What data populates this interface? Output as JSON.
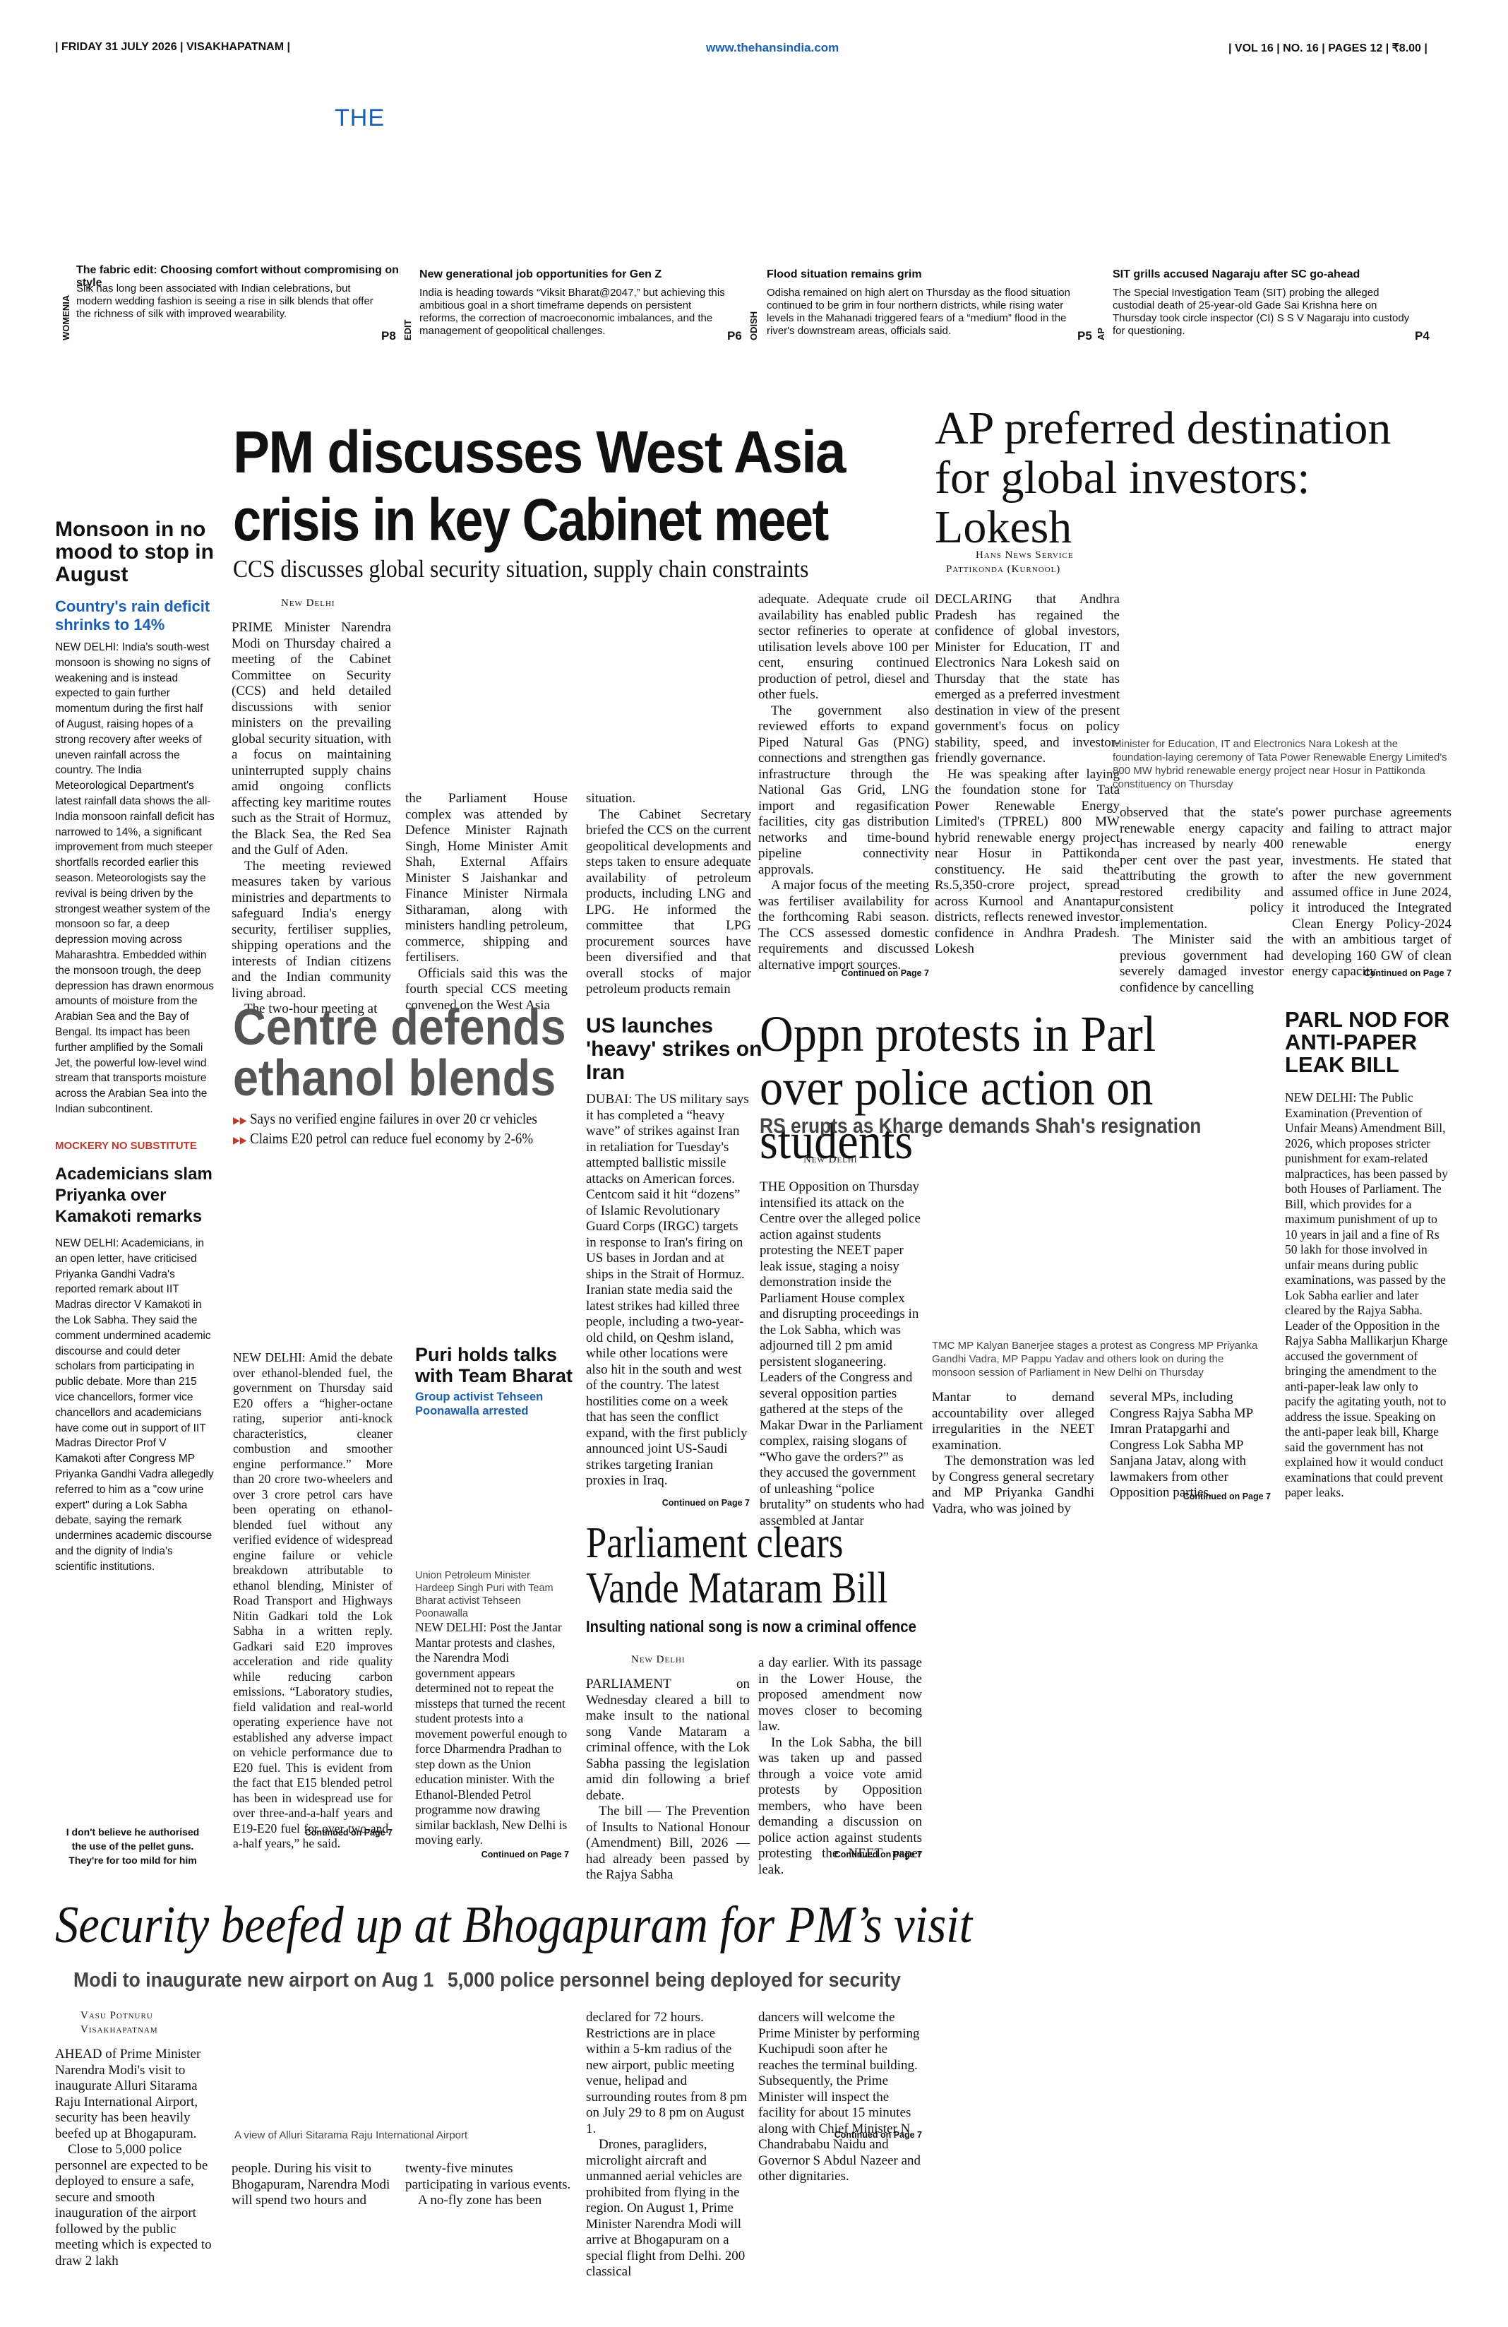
{
  "masthead": {
    "date_line": "| FRIDAY 31 JULY 2026 | VISAKHAPATNAM |",
    "website": "www.thehansindia.com",
    "vol_line": "| VOL 16 | NO. 16 | PAGES 12 | ₹8.00 |",
    "logo_text": "THE",
    "accent_color": "#1a5fb4"
  },
  "teasers": [
    {
      "section": "WOMENIA",
      "title": "The fabric edit: Choosing comfort without compromising on style",
      "text": "Silk has long been associated with Indian celebrations, but modern wedding fashion is seeing a rise in silk blends that offer the richness of silk with improved wearability.",
      "page": "P8"
    },
    {
      "section": "EDIT",
      "title": "New generational job opportunities for Gen Z",
      "text": "India is heading towards “Viksit Bharat@2047,” but achieving this ambitious goal in a short timeframe depends on persistent reforms, the correction of macroeconomic imbalances, and the management of geopolitical challenges.",
      "page": "P6"
    },
    {
      "section": "ODISH",
      "title": "Flood situation remains grim",
      "text": "Odisha remained on high alert on Thursday as the flood situation continued to be grim in four northern districts, while rising water levels in the Mahanadi triggered fears of a “medium” flood in the river's downstream areas, officials said.",
      "page": "P5"
    },
    {
      "section": "AP",
      "title": "SIT grills accused Nagaraju after SC go-ahead",
      "text": "The Special Investigation Team (SIT) probing the alleged custodial death of 25-year-old Gade Sai Krishna here on Thursday took circle inspector (CI) S S V Nagaraju into custody for questioning.",
      "page": "P4"
    }
  ],
  "monsoon": {
    "headline": "Monsoon in no mood to stop in August",
    "subhead": "Country's rain deficit shrinks to 14%",
    "body": "NEW DELHI: India's south-west monsoon is showing no signs of weakening and is instead expected to gain further momentum during the first half of August, raising hopes of a strong recovery after weeks of uneven rainfall across the country. The India Meteorological Department's latest rainfall data shows the all-India monsoon rainfall deficit has narrowed to 14%, a significant improvement from much steeper shortfalls recorded earlier this season. Meteorologists say the revival is being driven by the strongest weather system of the monsoon so far, a deep depression moving across Maharashtra. Embedded within the monsoon trough, the deep depression has drawn enormous amounts of moisture from the Arabian Sea and the Bay of Bengal. Its impact has been further amplified by the Somali Jet, the powerful low-level wind stream that transports moisture across the Arabian Sea into the Indian subcontinent."
  },
  "academicians": {
    "kicker": "MOCKERY NO SUBSTITUTE",
    "headline": "Academicians slam Priyanka over Kamakoti remarks",
    "body": "NEW DELHI: Academicians, in an open letter, have criticised Priyanka Gandhi Vadra's reported remark about IIT Madras director V Kamakoti in the Lok Sabha. They said the comment undermined academic discourse and could deter scholars from participating in public debate. More than 215 vice chancellors, former vice chancellors and academicians have come out in support of IIT Madras Director Prof V Kamakoti after Congress MP Priyanka Gandhi Vadra allegedly referred to him as a \"cow urine expert\" during a Lok Sabha debate, saying the remark undermines academic discourse and the dignity of India's scientific institutions."
  },
  "cartoon_caption": "I don't believe he authorised the use of the pellet guns. They're for too mild for him",
  "pm_story": {
    "headline_line1": "PM discusses West Asia",
    "headline_line2": "crisis in key Cabinet meet",
    "subhead": "CCS discusses global security situation, supply chain constraints",
    "byline": "New Delhi",
    "col1": "PRIME Minister Narendra Modi on Thursday chaired a meeting of the Cabinet Committee on Security (CCS) and held detailed discussions with senior ministers on the prevailing global security situation, with a focus on maintaining uninterrupted supply chains amid ongoing conflicts affecting key maritime routes such as the Strait of Hormuz, the Black Sea, the Red Sea and the Gulf of Aden.",
    "col1b": "The meeting reviewed measures taken by various ministries and departments to safeguard India's energy security, fertiliser supplies, shipping operations and the interests of Indian citizens and the Indian community living abroad.",
    "col1c": "The two-hour meeting at",
    "col2": "the Parliament House complex was attended by Defence Minister Rajnath Singh, Home Minister Amit Shah, External Affairs Minister S Jaishankar and Finance Minister Nirmala Sitharaman, along with ministers handling petroleum, commerce, shipping and fertilisers.",
    "col2b": "Officials said this was the fourth special CCS meeting convened on the West Asia",
    "col3": "situation.",
    "col3b": "The Cabinet Secretary briefed the CCS on the current geopolitical developments and steps taken to ensure adequate availability of petroleum products, including LNG and LPG. He informed the committee that LPG procurement sources have been diversified and that overall stocks of major petroleum products remain",
    "col4": "adequate. Adequate crude oil availability has enabled public sector refineries to operate at utilisation levels above 100 per cent, ensuring continued production of petrol, diesel and other fuels.",
    "col4b": "The government also reviewed efforts to expand Piped Natural Gas (PNG) connections and strengthen gas infrastructure through the National Gas Grid, LNG import and regasification facilities, city gas distribution networks and time-bound pipeline connectivity approvals.",
    "col4c": "A major focus of the meeting was fertiliser availability for the forthcoming Rabi season. The CCS assessed domestic requirements and discussed alternative import sources.",
    "continued": "Continued on Page 7"
  },
  "ap_story": {
    "headline": "AP preferred destination for global investors: Lokesh",
    "byline1": "Hans News Service",
    "byline2": "Pattikonda (Kurnool)",
    "col1": "DECLARING that Andhra Pradesh has regained the confidence of global investors, Minister for Education, IT and Electronics Nara Lokesh said on Thursday that the state has emerged as a preferred investment destination in view of the present government's focus on policy stability, speed, and investor-friendly governance.",
    "col1b": "He was speaking after laying the foundation stone for Tata Power Renewable Energy Limited's (TPREL) 800 MW hybrid renewable energy project near Hosur in Pattikonda constituency. He said the Rs.5,350-crore project, spread across Kurnool and Anantapur districts, reflects renewed investor confidence in Andhra Pradesh. Lokesh",
    "photo_caption": "Minister for Education, IT and Electronics Nara Lokesh at the foundation-laying ceremony of Tata Power Renewable Energy Limited's 800 MW hybrid renewable energy project near Hosur in Pattikonda constituency on Thursday",
    "col2": "observed that the state's renewable energy capacity has increased by nearly 400 per cent over the past year, attributing the growth to restored credibility and consistent policy implementation.",
    "col2b": "The Minister said the previous government had severely damaged investor confidence by cancelling",
    "col3": "power purchase agreements and failing to attract major renewable energy investments. He stated that after the new government assumed office in June 2024, it introduced the Integrated Clean Energy Policy-2024 with an ambitious target of developing 160 GW of clean energy capacity.",
    "continued": "Continued on Page 7"
  },
  "ethanol": {
    "headline_line1": "Centre defends",
    "headline_line2": "ethanol blends",
    "bullet1": "Says no verified engine failures in over 20 cr vehicles",
    "bullet2": "Claims E20 petrol can reduce fuel economy by 2-6%",
    "body": "NEW DELHI: Amid the debate over ethanol-blended fuel, the government on Thursday said E20 offers a “higher-octane rating, superior anti-knock characteristics, cleaner combustion and smoother engine performance.” More than 20 crore two-wheelers and over 3 crore petrol cars have been operating on ethanol-blended fuel without any verified evidence of widespread engine failure or vehicle breakdown attributable to ethanol blending, Minister of Road Transport and Highways Nitin Gadkari told the Lok Sabha in a written reply. Gadkari said E20 improves acceleration and ride quality while reducing carbon emissions. “Laboratory studies, field validation and real-world operating experience have not established any adverse impact on vehicle performance due to E20 fuel. This is evident from the fact that E15 blended petrol has been in widespread use for over three-and-a-half years and E19-E20 fuel for over two-and-a-half years,” he said.",
    "continued": "Continued on Page 7"
  },
  "puri": {
    "headline": "Puri holds talks with Team Bharat",
    "subhead": "Group activist Tehseen Poonawalla arrested",
    "photo_caption": "Union Petroleum Minister Hardeep Singh Puri with Team Bharat activist Tehseen Poonawalla",
    "body": "NEW DELHI: Post the Jantar Mantar protests and clashes, the Narendra Modi government appears determined not to repeat the missteps that turned the recent student protests into a movement powerful enough to force Dharmendra Pradhan to step down as the Union education minister. With the Ethanol-Blended Petrol programme now drawing similar backlash, New Delhi is moving early.",
    "continued": "Continued on Page 7"
  },
  "us_iran": {
    "headline": "US launches 'heavy' strikes on Iran",
    "body": "DUBAI: The US military says it has completed a “heavy wave” of strikes against Iran in retaliation for Tuesday's attempted ballistic missile attacks on American forces. Centcom said it hit “dozens” of Islamic Revolutionary Guard Corps (IRGC) targets in response to Iran's firing on US bases in Jordan and at ships in the Strait of Hormuz. Iranian state media said the latest strikes had killed three people, including a two-year-old child, on Qeshm island, while other locations were also hit in the south and west of the country. The latest hostilities come on a week that has seen the conflict expand, with the first publicly announced joint US-Saudi strikes targeting Iranian proxies in Iraq.",
    "continued": "Continued on Page 7"
  },
  "oppn": {
    "headline": "Oppn protests in Parl over police action on students",
    "subhead": "RS erupts as Kharge demands Shah's resignation",
    "byline": "New Delhi",
    "col1": "THE Opposition on Thursday intensified its attack on the Centre over the alleged police action against students protesting the NEET paper leak issue, staging a noisy demonstration inside the Parliament House complex and disrupting proceedings in the Lok Sabha, which was adjourned till 2 pm amid persistent sloganeering. Leaders of the Congress and several opposition parties gathered at the steps of the Makar Dwar in the Parliament complex, raising slogans of “Who gave the orders?” as they accused the government of unleashing “police brutality” on students who had assembled at Jantar",
    "photo_caption": "TMC MP Kalyan Banerjee stages a protest as Congress MP Priyanka Gandhi Vadra, MP Pappu Yadav and others look on during the monsoon session of Parliament in New Delhi on Thursday",
    "col2": "Mantar to demand accountability over alleged irregularities in the NEET examination.",
    "col2b": "The demonstration was led by Congress general secretary and MP Priyanka Gandhi Vadra, who was joined by",
    "col3": "several MPs, including Congress Rajya Sabha MP Imran Pratapgarhi and Congress Lok Sabha MP Sanjana Jatav, along with lawmakers from other Opposition parties.",
    "continued": "Continued on Page 7"
  },
  "anti_paper": {
    "headline": "PARL NOD FOR ANTI-PAPER LEAK BILL",
    "body": "NEW DELHI: The Public Examination (Prevention of Unfair Means) Amendment Bill, 2026, which proposes stricter punishment for exam-related malpractices, has been passed by both Houses of Parliament. The Bill, which provides for a maximum punishment of up to 10 years in jail and a fine of Rs 50 lakh for those involved in unfair means during public examinations, was passed by the Lok Sabha earlier and later cleared by the Rajya Sabha. Leader of the Opposition in the Rajya Sabha Mallikarjun Kharge accused the government of bringing the amendment to the anti-paper-leak law only to pacify the agitating youth, not to address the issue. Speaking on the anti-paper leak bill, Kharge said the government has not explained how it would conduct examinations that could prevent paper leaks."
  },
  "vande": {
    "headline_line1": "Parliament clears",
    "headline_line2": "Vande Mataram Bill",
    "subhead": "Insulting national song is now a criminal offence",
    "byline": "New Delhi",
    "col1": "PARLIAMENT on Wednesday cleared a bill to make insult to the national song Vande Mataram a criminal offence, with the Lok Sabha passing the legislation amid din following a brief debate.",
    "col1b": "The bill — The Prevention of Insults to National Honour (Amendment) Bill, 2026 — had already been passed by the Rajya Sabha",
    "col2": "a day earlier. With its passage in the Lower House, the proposed amendment now moves closer to becoming law.",
    "col2b": "In the Lok Sabha, the bill was taken up and passed through a voice vote amid protests by Opposition members, who have been demanding a discussion on police action against students protesting the NEET paper leak.",
    "continued": "Continued on Page 7"
  },
  "bhogapuram": {
    "headline": "Security beefed up at Bhogapuram for PM’s visit",
    "subhead1": "Modi to inaugurate new airport on Aug 1",
    "subhead2": "5,000 police personnel being deployed for security",
    "byline1": "Vasu Potnuru",
    "byline2": "Visakhapatnam",
    "col1": "AHEAD of Prime Minister Narendra Modi's visit to inaugurate Alluri Sitarama Raju International Airport, security has been heavily beefed up at Bhogapuram.",
    "col1b": "Close to 5,000 police personnel are expected to be deployed to ensure a safe, secure and smooth inauguration of the airport followed by the public meeting which is expected to draw 2 lakh",
    "photo_caption": "A view of Alluri Sitarama Raju International Airport",
    "col2": "people. During his visit to Bhogapuram, Narendra Modi will spend two hours and",
    "col3": "twenty-five minutes participating in various events.",
    "col3b": "A no-fly zone has been",
    "col4": "declared for 72 hours. Restrictions are in place within a 5-km radius of the new airport, public meeting venue, helipad and surrounding routes from 8 pm on July 29 to 8 pm on August 1.",
    "col4b": "Drones, paragliders, microlight aircraft and unmanned aerial vehicles are prohibited from flying in the region. On August 1, Prime Minister Narendra Modi will arrive at Bhogapuram on a special flight from Delhi. 200 classical",
    "col5": "dancers will welcome the Prime Minister by performing Kuchipudi soon after he reaches the terminal building. Subsequently, the Prime Minister will inspect the facility for about 15 minutes along with Chief Minister N Chandrababu Naidu and Governor S Abdul Nazeer and other dignitaries.",
    "continued": "Continued on Page 7"
  }
}
